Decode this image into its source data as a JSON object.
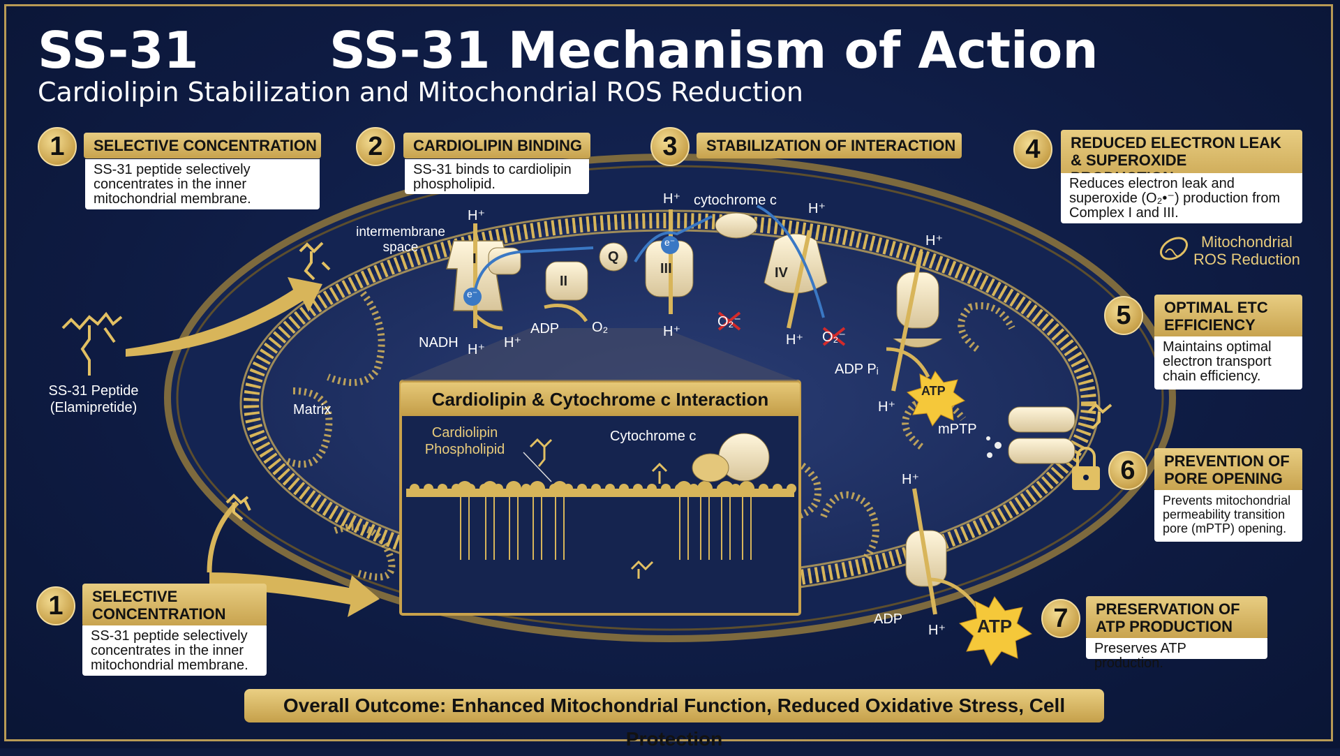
{
  "header": {
    "short_title": "SS-31",
    "title": "SS-31 Mechanism of Action",
    "subtitle": "Cardiolipin Stabilization and Mitochondrial ROS Reduction"
  },
  "steps": [
    {
      "num": "1",
      "title": "SELECTIVE CONCENTRATION",
      "desc": "SS-31 peptide selectively concentrates in the inner mitochondrial membrane."
    },
    {
      "num": "2",
      "title": "CARDIOLIPIN BINDING",
      "desc": "SS-31 binds to cardiolipin phospholipid."
    },
    {
      "num": "3",
      "title": "STABILIZATION OF INTERACTION",
      "desc": ""
    },
    {
      "num": "4",
      "title": "REDUCED ELECTRON LEAK & SUPEROXIDE PRODUCTION",
      "desc": "Reduces electron leak and superoxide (O₂•⁻) production from Complex I and III."
    },
    {
      "num": "5",
      "title": "OPTIMAL ETC EFFICIENCY",
      "desc": "Maintains optimal electron transport chain efficiency."
    },
    {
      "num": "6",
      "title": "PREVENTION OF PORE OPENING",
      "desc": "Prevents mitochondrial permeability transition pore (mPTP) opening."
    },
    {
      "num": "7",
      "title": "PRESERVATION OF ATP PRODUCTION",
      "desc": "Preserves ATP production."
    },
    {
      "num": "1",
      "title": "SELECTIVE CONCENTRATION",
      "desc": "SS-31 peptide selectively concentrates in the inner mitochondrial membrane."
    }
  ],
  "labels": {
    "peptide": "SS-31 Peptide\n(Elamipretide)",
    "ims": "intermembrane\nspace",
    "matrix": "Matrix",
    "nadh": "NADH",
    "adp1": "ADP",
    "o2": "O₂",
    "cytc": "cytochrome c",
    "adp_pi": "ADP Pᵢ",
    "atp": "ATP",
    "mptp": "mPTP",
    "adp2": "ADP",
    "hplus": "H⁺",
    "e": "e⁻",
    "superoxide": "O₂⁻",
    "complex_I": "I",
    "complex_II": "II",
    "complex_III": "III",
    "complex_IV": "IV",
    "q": "Q",
    "mito_ros": "Mitochondrial\nROS Reduction"
  },
  "inset": {
    "title": "Cardiolipin & Cytochrome c Interaction",
    "cardiolipin": "Cardiolipin\nPhospholipid",
    "cytochrome": "Cytochrome c"
  },
  "outcome": "Overall Outcome: Enhanced Mitochondrial Function, Reduced Oxidative Stress, Cell Protection",
  "colors": {
    "background": "#0e1b42",
    "gold": "#c9a24b",
    "membrane": "#d9b960",
    "electron": "#3a78c4",
    "cross": "#d42a2a"
  }
}
